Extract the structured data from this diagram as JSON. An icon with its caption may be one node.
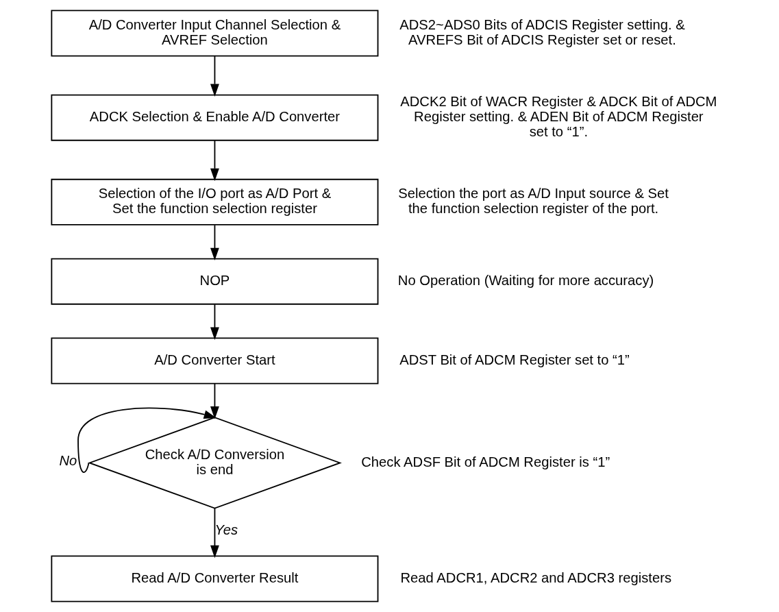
{
  "diagram": {
    "nodes": [
      {
        "text": [
          "A/D Converter Input Channel Selection & AVREF Selection"
        ],
        "beside": [
          "ADS2~ADS0 Bits of ADCIS Register setting. & AVREFS Bit of ADCIS Register set or reset."
        ]
      },
      {
        "text": [
          "ADCK Selection & Enable A/D Converter"
        ],
        "beside": [
          "ADCK2 Bit of WACR Register & ADCK Bit of ADCM Register setting. & ADEN Bit of ADCM Register set to “1”."
        ]
      },
      {
        "text": [
          "Selection of the I/O port as A/D Port & Set the function selection register"
        ],
        "beside": [
          "Selection the port as A/D Input source & Set the function selection register of the port."
        ]
      },
      {
        "text": [
          "NOP"
        ],
        "beside": [
          "No Operation (Waiting for more accuracy)"
        ]
      },
      {
        "text": [
          "A/D Converter Start"
        ],
        "beside": [
          "ADST Bit of ADCM Register set to “1”"
        ]
      },
      {
        "text": [
          "Check A/D Conversion is end"
        ],
        "beside": [
          "Check ADSF Bit of ADCM Register is “1”"
        ]
      },
      {
        "text": [
          "Read A/D Converter Result"
        ],
        "beside": [
          "Read ADCR1, ADCR2 and ADCR3 registers"
        ]
      }
    ],
    "edges": [
      {
        "from": 0,
        "to": 1,
        "arrow": "to"
      },
      {
        "from": 1,
        "to": 2,
        "arrow": "to"
      },
      {
        "from": 2,
        "to": 3,
        "arrow": "to"
      },
      {
        "from": 3,
        "to": 4,
        "arrow": "to"
      },
      {
        "from": 4,
        "to": 5,
        "arrow": "to"
      },
      {
        "from": 5,
        "to": 5,
        "arrow": "to",
        "label": "No"
      },
      {
        "from": 5,
        "to": 6,
        "arrow": "to",
        "label": "Yes"
      }
    ]
  }
}
